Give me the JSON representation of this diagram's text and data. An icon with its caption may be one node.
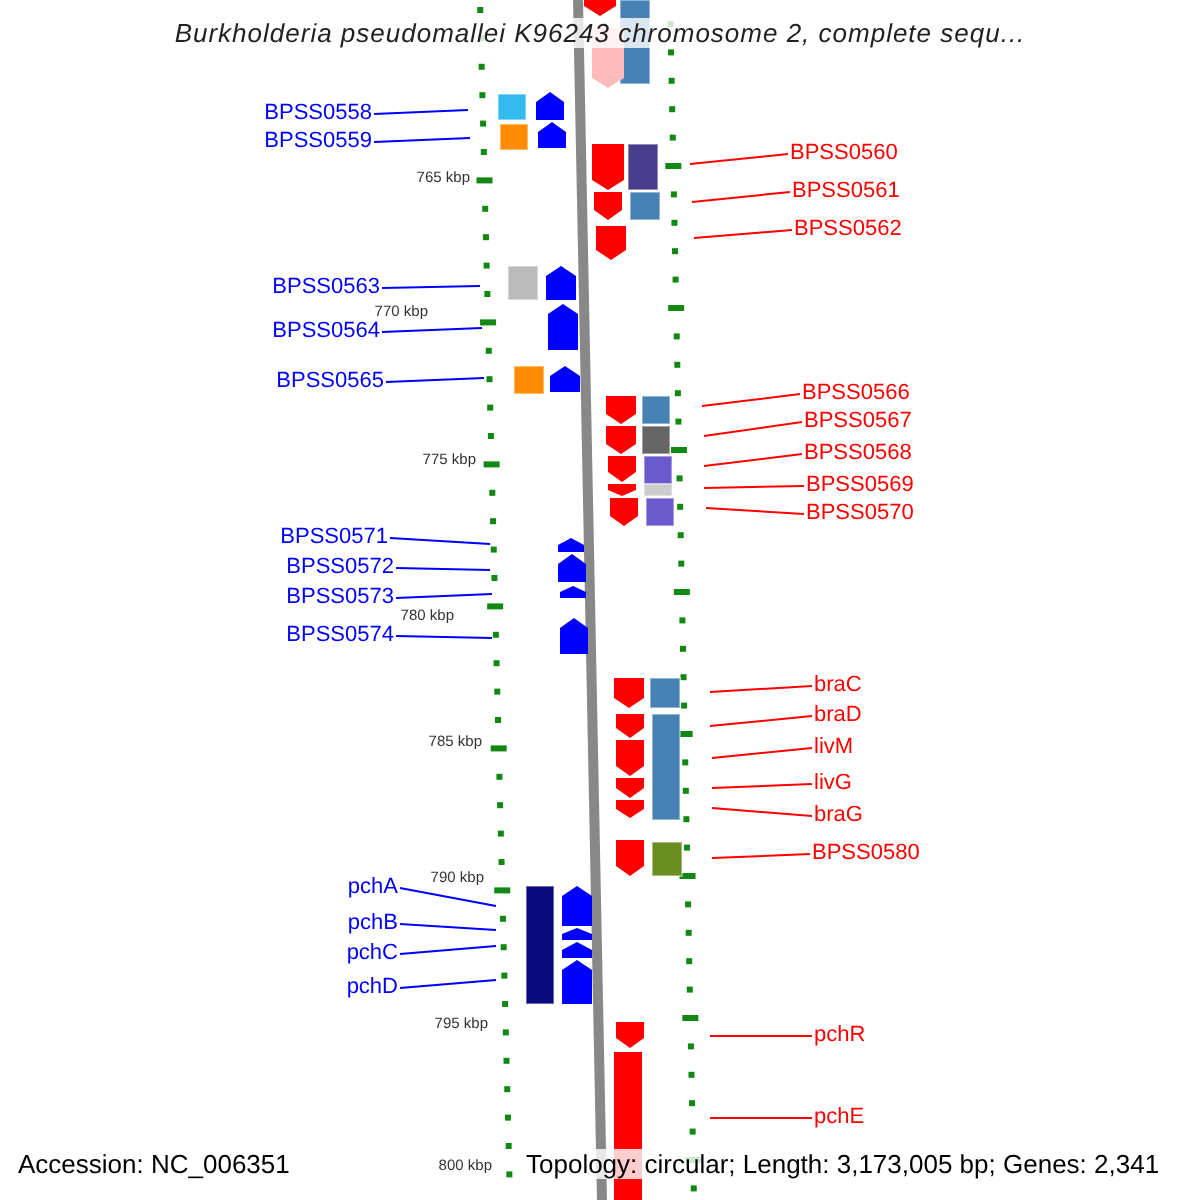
{
  "diagram": {
    "title": "Burkholderia pseudomallei K96243 chromosome 2, complete sequ...",
    "nodes": [
      {
        "text": [
          "BPSS0558"
        ]
      },
      {
        "text": [
          "BPSS0559"
        ]
      },
      {
        "text": [
          "BPSS0563"
        ]
      },
      {
        "text": [
          "BPSS0564"
        ]
      },
      {
        "text": [
          "BPSS0565"
        ]
      },
      {
        "text": [
          "BPSS0571"
        ]
      },
      {
        "text": [
          "BPSS0572"
        ]
      },
      {
        "text": [
          "BPSS0573"
        ]
      },
      {
        "text": [
          "BPSS0574"
        ]
      },
      {
        "text": [
          "pchA"
        ]
      },
      {
        "text": [
          "pchB"
        ]
      },
      {
        "text": [
          "pchC"
        ]
      },
      {
        "text": [
          "pchD"
        ]
      },
      {
        "text": [
          "BPSS0560"
        ]
      },
      {
        "text": [
          "BPSS0561"
        ]
      },
      {
        "text": [
          "BPSS0562"
        ]
      },
      {
        "text": [
          "BPSS0566"
        ]
      },
      {
        "text": [
          "BPSS0567"
        ]
      },
      {
        "text": [
          "BPSS0568"
        ]
      },
      {
        "text": [
          "BPSS0569"
        ]
      },
      {
        "text": [
          "BPSS0570"
        ]
      },
      {
        "text": [
          "braC"
        ]
      },
      {
        "text": [
          "braD"
        ]
      },
      {
        "text": [
          "livM"
        ]
      },
      {
        "text": [
          "livG"
        ]
      },
      {
        "text": [
          "braG"
        ]
      },
      {
        "text": [
          "BPSS0580"
        ]
      },
      {
        "text": [
          "pchR"
        ]
      },
      {
        "text": [
          "pchE"
        ]
      }
    ],
    "edges": [
      {
        "from": 0,
        "to": null,
        "arrow": "none",
        "color": "#0000ff"
      },
      {
        "from": 1,
        "to": null,
        "arrow": "none",
        "color": "#0000ff"
      },
      {
        "from": 2,
        "to": null,
        "arrow": "none",
        "color": "#0000ff"
      },
      {
        "from": 3,
        "to": null,
        "arrow": "none",
        "color": "#0000ff"
      },
      {
        "from": 4,
        "to": null,
        "arrow": "none",
        "color": "#0000ff"
      },
      {
        "from": 5,
        "to": null,
        "arrow": "none",
        "color": "#0000ff"
      },
      {
        "from": 6,
        "to": null,
        "arrow": "none",
        "color": "#0000ff"
      },
      {
        "from": 7,
        "to": null,
        "arrow": "none",
        "color": "#0000ff"
      },
      {
        "from": 8,
        "to": null,
        "arrow": "none",
        "color": "#0000ff"
      },
      {
        "from": 9,
        "to": null,
        "arrow": "none",
        "color": "#0000ff"
      },
      {
        "from": 10,
        "to": null,
        "arrow": "none",
        "color": "#0000ff"
      },
      {
        "from": 11,
        "to": null,
        "arrow": "none",
        "color": "#0000ff"
      },
      {
        "from": 12,
        "to": null,
        "arrow": "none",
        "color": "#0000ff"
      },
      {
        "from": 13,
        "to": null,
        "arrow": "none"
      },
      {
        "from": 14,
        "to": null,
        "arrow": "none"
      },
      {
        "from": 15,
        "to": null,
        "arrow": "none"
      },
      {
        "from": 16,
        "to": null,
        "arrow": "none"
      },
      {
        "from": 17,
        "to": null,
        "arrow": "none"
      },
      {
        "from": 18,
        "to": null,
        "arrow": "none"
      },
      {
        "from": 19,
        "to": null,
        "arrow": "none"
      },
      {
        "from": 20,
        "to": null,
        "arrow": "none"
      },
      {
        "from": 21,
        "to": null,
        "arrow": "none"
      },
      {
        "from": 22,
        "to": null,
        "arrow": "none"
      },
      {
        "from": 23,
        "to": null,
        "arrow": "none"
      },
      {
        "from": 24,
        "to": null,
        "arrow": "none"
      },
      {
        "from": 25,
        "to": null,
        "arrow": "none"
      },
      {
        "from": 26,
        "to": null,
        "arrow": "none"
      },
      {
        "from": 27,
        "to": null,
        "arrow": "none"
      },
      {
        "from": 28,
        "to": null,
        "arrow": "none"
      }
    ],
    "labels": [
      "765 kbp",
      "770 kbp",
      "775 kbp",
      "780 kbp",
      "785 kbp",
      "790 kbp",
      "795 kbp",
      "800 kbp",
      "Accession: NC_006351",
      "Topology: circular; Length: 3,173,005 bp; Genes: 2,341"
    ]
  }
}
